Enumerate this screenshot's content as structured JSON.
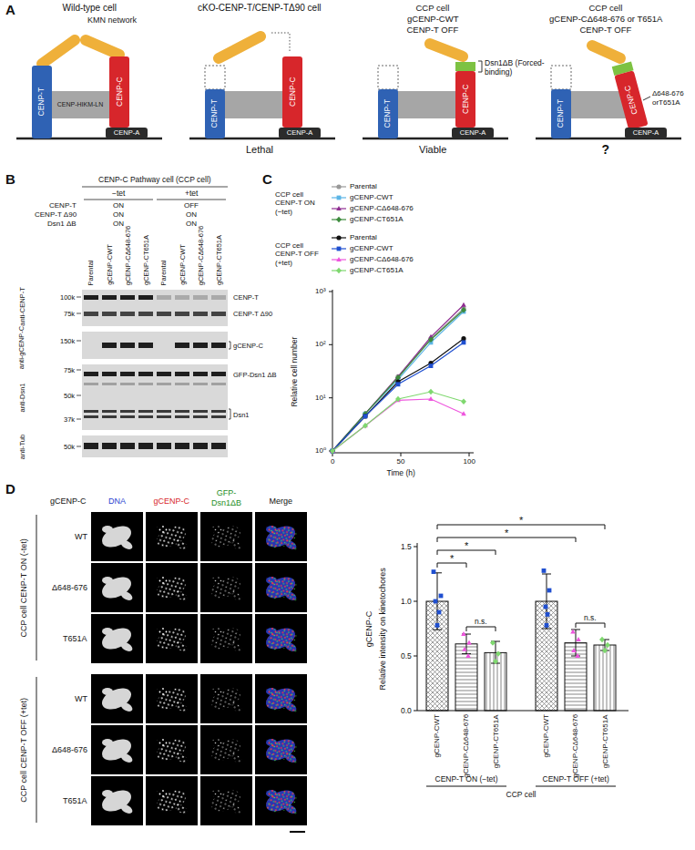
{
  "diagram": {
    "nodes": [
      {
        "text": [
          "KMN network"
        ]
      },
      {
        "text": [
          "CENP-T"
        ]
      },
      {
        "text": [
          "CENP-HIKM-LN"
        ]
      },
      {
        "text": [
          "CENP-C"
        ]
      },
      {
        "text": [
          "CENP-A"
        ]
      },
      {
        "text": [
          "CENP-T"
        ]
      },
      {
        "text": [
          "CENP-C"
        ]
      },
      {
        "text": [
          "CENP-A"
        ]
      },
      {
        "text": [
          "CENP-T"
        ]
      },
      {
        "text": [
          "CENP-C"
        ]
      },
      {
        "text": [
          "CENP-A"
        ]
      },
      {
        "text": [
          "CENP-T"
        ]
      },
      {
        "text": [
          "CENP-C"
        ]
      },
      {
        "text": [
          "CENP-A"
        ]
      }
    ],
    "labels": [
      "A",
      "Wild-type cell",
      "cKO-CENP-T/CENP-TΔ90 cell",
      "CCP cell",
      "gCENP-CWT",
      "CENP-T OFF",
      "CCP cell",
      "gCENP-CΔ648-676 or T651A",
      "CENP-T OFF",
      "Lethal",
      "Dsn1ΔB (Forced-binding)",
      "Viable",
      "Δ648-676 orT651A",
      "?",
      "B",
      "CENP-C Pathway cell (CCP cell)",
      "−tet",
      "+tet",
      "CENP-T",
      "CENP-T Δ90",
      "Dsn1 ΔB",
      "ON",
      "ON",
      "ON",
      "OFF",
      "ON",
      "ON",
      "Parental",
      "gCENP-CWT",
      "gCENP-CΔ648-676",
      "gCENP-CT651A",
      "Parental",
      "gCENP-CWT",
      "gCENP-CΔ648-676",
      "gCENP-CT651A",
      "anti-CENP-T",
      "anti-gCENP-C",
      "anti-Dsn1",
      "anti-Tub",
      "100k",
      "75k",
      "150k",
      "75k",
      "50k",
      "37k",
      "50k",
      "CENP-T",
      "CENP-T Δ90",
      "gCENP-C",
      "GFP-Dsn1 ΔB",
      "Dsn1",
      "C",
      "CCP cell CENP-T ON (−tet)",
      "CCP cell CENP-T OFF (+tet)",
      "10⁰",
      "10¹",
      "10²",
      "10³",
      "Relative cell number",
      "0",
      "50",
      "100",
      "Time (h)",
      "D",
      "gCENP-C",
      "DNA",
      "gCENP-C",
      "GFP-Dsn1ΔB",
      "Merge",
      "WT",
      "Δ648-676",
      "T651A",
      "WT",
      "Δ648-676",
      "T651A",
      "CCP cell CENP-T ON (-tet)",
      "CCP cell CENP-T OFF (+tet)",
      "gCENP-C",
      "Relative intensity on kinetochores",
      "0.0",
      "0.5",
      "1.0",
      "1.5",
      "*",
      "*",
      "*",
      "*",
      "n.s.",
      "n.s.",
      "gCENP-CWT",
      "gCENP-CΔ648-676",
      "gCENP-CT651A",
      "gCENP-CWT",
      "gCENP-CΔ648-676",
      "gCENP-CT651A",
      "CENP-T ON (−tet)",
      "CENP-T OFF (+tet)",
      "CCP cell"
    ],
    "legend": [
      {
        "text": "Parental"
      },
      {
        "text": "gCENP-CWT"
      },
      {
        "text": "gCENP-CΔ648-676"
      },
      {
        "text": "gCENP-CT651A"
      },
      {
        "text": "Parental"
      },
      {
        "text": "gCENP-CWT"
      },
      {
        "text": "gCENP-CΔ648-676"
      },
      {
        "text": "gCENP-CT651A"
      }
    ]
  }
}
